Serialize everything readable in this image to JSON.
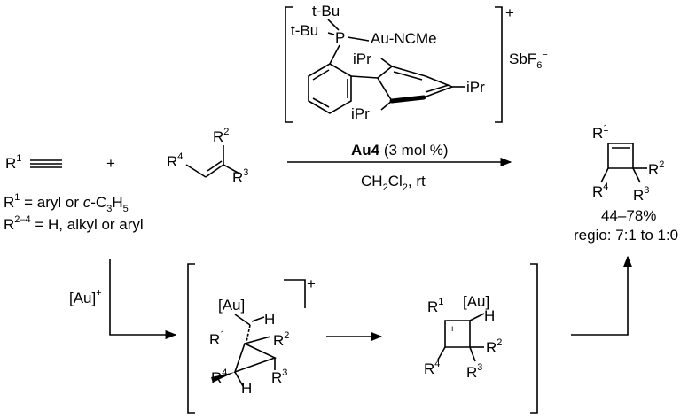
{
  "catalyst": {
    "tBu_top": "t-Bu",
    "tBu_left": "t-Bu",
    "P": "P",
    "Au_NCMe": "Au-NCMe",
    "iPr_top": "iPr",
    "iPr_right": "iPr",
    "iPr_bottom": "iPr",
    "charge": "+",
    "counterion": "SbF",
    "counterion_sub": "6",
    "counterion_sup": "−"
  },
  "reactants": {
    "alkyne_R": "R",
    "alkyne_R_sup": "1",
    "plus": "+",
    "alkene_R2": "R",
    "alkene_R2_sup": "2",
    "alkene_R3": "R",
    "alkene_R3_sup": "3",
    "alkene_R4": "R",
    "alkene_R4_sup": "4"
  },
  "definitions": {
    "line1_R": "R",
    "line1_sup": "1",
    "line1_text": " = aryl or ",
    "line1_italic": "c",
    "line1_rest": "-C",
    "line1_sub1": "3",
    "line1_H": "H",
    "line1_sub2": "5",
    "line2_R": "R",
    "line2_sup": "2–4",
    "line2_text": " = H, alkyl or aryl"
  },
  "conditions": {
    "catalyst_label": "Au4",
    "loading": " (3 mol %)",
    "solvent_a": "CH",
    "solvent_sub1": "2",
    "solvent_b": "Cl",
    "solvent_sub2": "2",
    "solvent_c": ", rt"
  },
  "product": {
    "R1": "R",
    "R1_sup": "1",
    "R2": "R",
    "R2_sup": "2",
    "R3": "R",
    "R3_sup": "3",
    "R4": "R",
    "R4_sup": "4",
    "yield": "44–78%",
    "regio": "regio: 7:1 to 1:0"
  },
  "mechanism": {
    "au_cat": "[Au]",
    "au_cat_sup": "+",
    "int1_Au": "[Au]",
    "int1_H": "H",
    "int1_R1": "R",
    "int1_R1_sup": "1",
    "int1_R2": "R",
    "int1_R2_sup": "2",
    "int1_R3": "R",
    "int1_R3_sup": "3",
    "int1_R4": "R",
    "int1_R4_sup": "4",
    "int1_Hb": "H",
    "int1_charge": "+",
    "int2_Au": "[Au]",
    "int2_H": "H",
    "int2_plus": "+",
    "int2_R1": "R",
    "int2_R1_sup": "1",
    "int2_R2": "R",
    "int2_R2_sup": "2",
    "int2_R3": "R",
    "int2_R3_sup": "3",
    "int2_R4": "R",
    "int2_R4_sup": "4"
  }
}
